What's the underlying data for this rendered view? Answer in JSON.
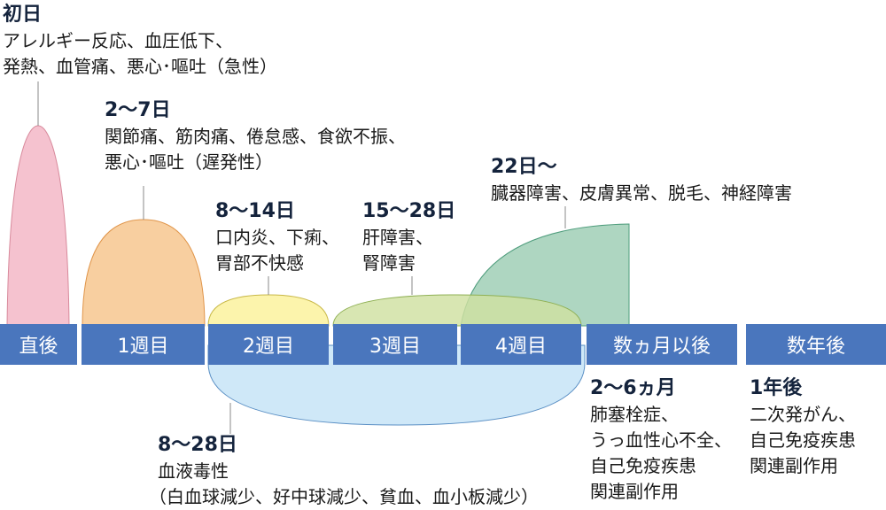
{
  "timeline": {
    "segments": [
      "直後",
      "1週目",
      "2週目",
      "3週目",
      "4週目",
      "数ヵ月以後",
      "数年後"
    ]
  },
  "events": [
    {
      "id": "day1",
      "head": "初日",
      "lines": [
        "アレルギー反応、血圧低下、",
        "発熱、血管痛、悪心･嘔吐（急性）"
      ],
      "color": "#f3b5c4"
    },
    {
      "id": "day2-7",
      "head": "2～7日",
      "lines": [
        "関節痛、筋肉痛、倦怠感、食欲不振、",
        "悪心･嘔吐（遅発性）"
      ],
      "color": "#f7c58b"
    },
    {
      "id": "day8-14",
      "head": "8～14日",
      "lines": [
        "口内炎、下痢、",
        "胃部不快感"
      ],
      "color": "#fbf29a"
    },
    {
      "id": "day15-28",
      "head": "15～28日",
      "lines": [
        "肝障害、",
        "腎障害"
      ],
      "color": "#cfe0a1"
    },
    {
      "id": "day22",
      "head": "22日～",
      "lines": [
        "臓器障害、皮膚異常、脱毛、神経障害"
      ],
      "color": "#9ccdb3"
    },
    {
      "id": "blood",
      "head": "8～28日",
      "lines": [
        "血液毒性",
        "（白血球減少、好中球減少、貧血、血小板減少）"
      ],
      "color": "#c5e3f6"
    },
    {
      "id": "months",
      "head": "2～6ヵ月",
      "lines": [
        "肺塞栓症、",
        "うっ血性心不全、",
        "自己免疫疾患",
        "関連副作用"
      ]
    },
    {
      "id": "years",
      "head": "1年後",
      "lines": [
        "二次発がん、",
        "自己免疫疾患",
        "関連副作用"
      ]
    }
  ]
}
